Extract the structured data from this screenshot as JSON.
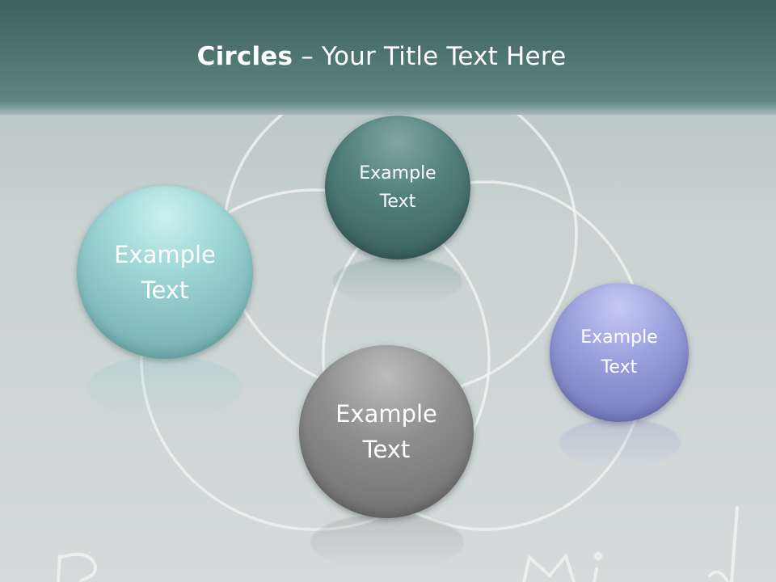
{
  "slide": {
    "title_bold": "Circles",
    "title_rest": " – Your Title Text Here"
  },
  "circles": [
    {
      "line1": "Example",
      "line2": "Text",
      "color": "#9ed6d6"
    },
    {
      "line1": "Example",
      "line2": "Text",
      "color": "#52807b"
    },
    {
      "line1": "Example",
      "line2": "Text",
      "color": "#8e8e8e"
    },
    {
      "line1": "Example",
      "line2": "Text",
      "color": "#9aa0dc"
    }
  ]
}
